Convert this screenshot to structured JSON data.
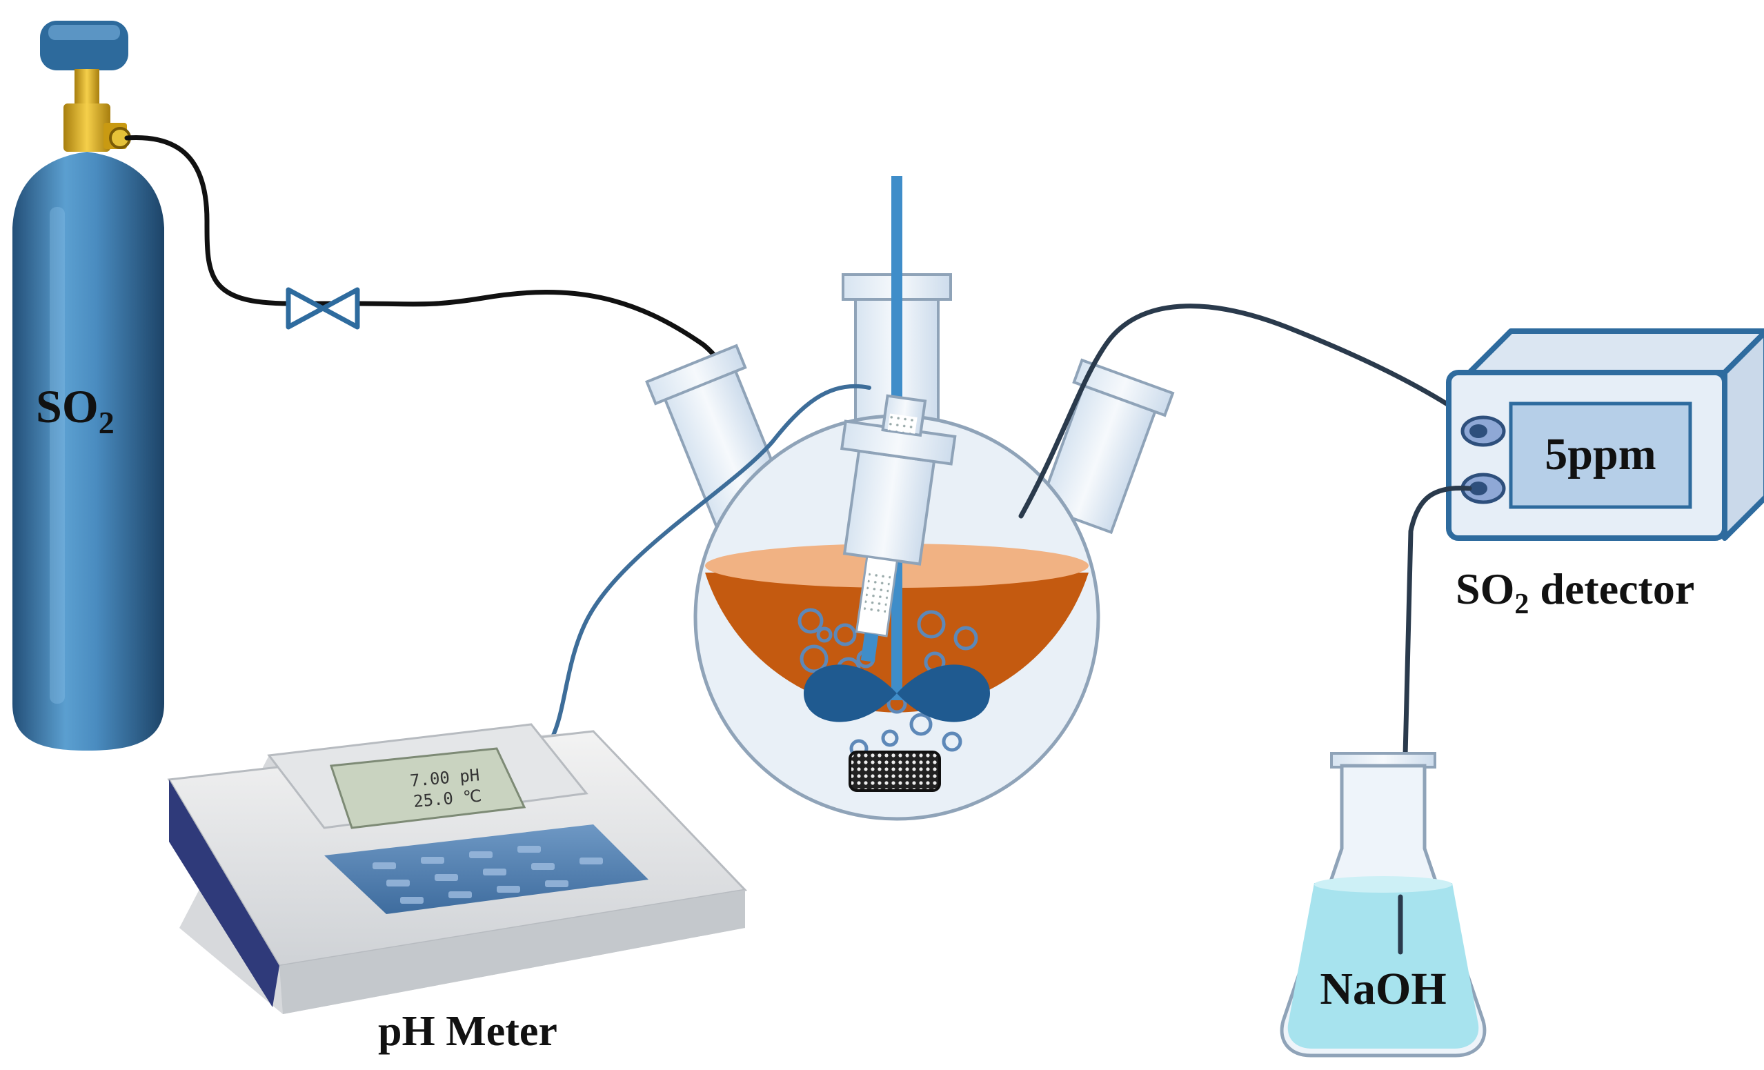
{
  "cylinder": {
    "label_main": "SO",
    "label_sub": "2"
  },
  "ph_meter": {
    "label": "pH Meter",
    "display_line1": "7.00 pH",
    "display_line2": "25.0 ℃"
  },
  "detector": {
    "reading": "5ppm",
    "label_main": "SO",
    "label_sub": "2",
    "label_rest": " detector"
  },
  "trap": {
    "label": "NaOH"
  },
  "colors": {
    "cylinder_blue": "#3d7fb0",
    "valve_gold": "#e2b422",
    "liquid_orange": "#c45a10",
    "liquid_top": "#f1b283",
    "glass": "#e8f0f8",
    "glass_edge": "#8fa3b8",
    "steel_blue": "#1f5a90",
    "naoh_cyan": "#a7e3ee",
    "tube_dark": "#2a3a4c"
  },
  "icons": {
    "valve": "bowtie-valve-icon",
    "bubbles": "gas-bubble-icon",
    "stirrer": "stir-bar-icon",
    "sparger": "gas-diffuser-icon"
  }
}
